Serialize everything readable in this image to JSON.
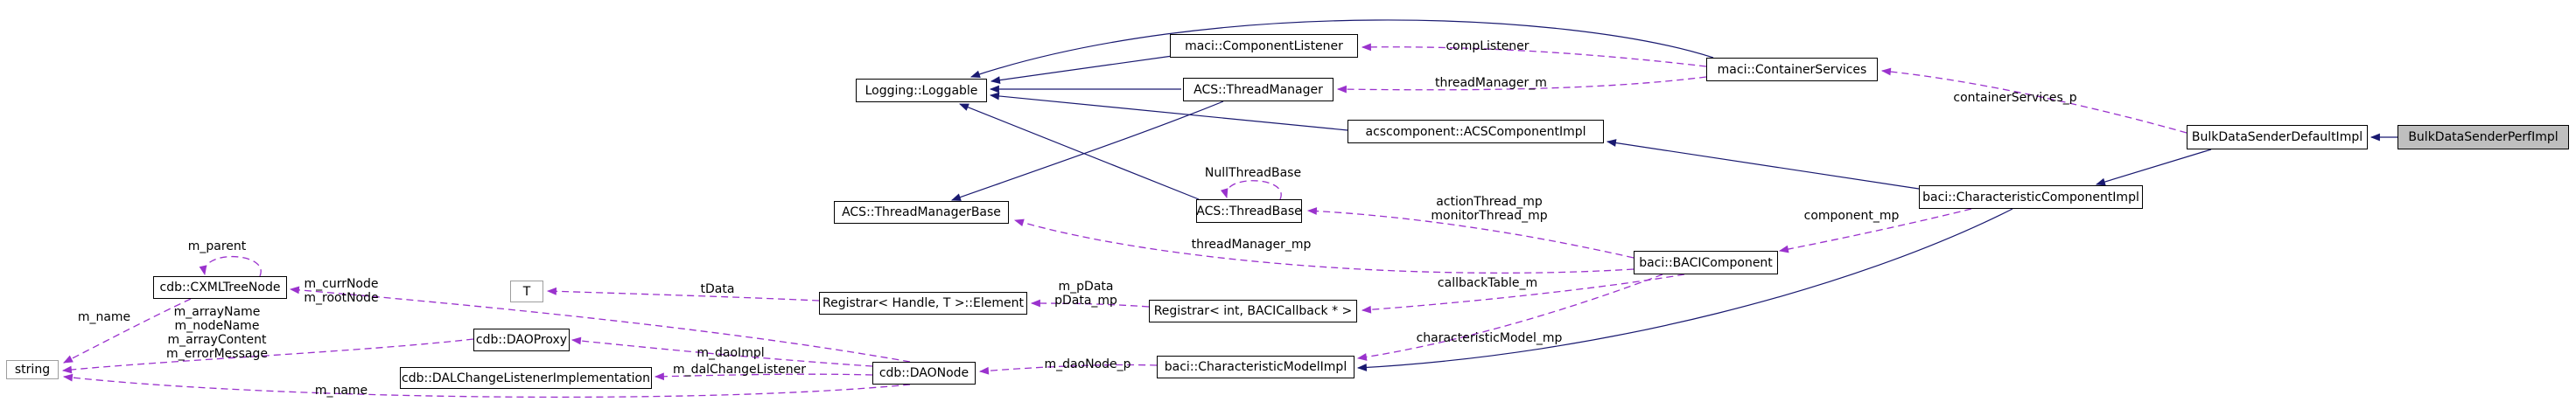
{
  "diagram": {
    "kind": "collaboration-graph",
    "colors": {
      "inheritance_edge": "#191970",
      "usage_edge": "#9a32cd",
      "node_border": "#000000",
      "external_node_border": "#9e9e9e",
      "highlight_node_fill": "#bfbfbf",
      "node_fill": "#ffffff",
      "text": "#000000",
      "background": "#ffffff"
    },
    "nodes": [
      {
        "id": "loggable",
        "label": "Logging::Loggable",
        "style": "default"
      },
      {
        "id": "componentListener",
        "label": "maci::ComponentListener",
        "style": "default"
      },
      {
        "id": "threadManager",
        "label": "ACS::ThreadManager",
        "style": "default"
      },
      {
        "id": "containerServices",
        "label": "maci::ContainerServices",
        "style": "default"
      },
      {
        "id": "acsComponentImpl",
        "label": "acscomponent::ACSComponentImpl",
        "style": "default"
      },
      {
        "id": "bulkDefault",
        "label": "BulkDataSenderDefaultImpl",
        "style": "default"
      },
      {
        "id": "bulkPerf",
        "label": "BulkDataSenderPerfImpl",
        "style": "highlight"
      },
      {
        "id": "charCompImpl",
        "label": "baci::CharacteristicComponentImpl",
        "style": "default"
      },
      {
        "id": "threadManagerBase",
        "label": "ACS::ThreadManagerBase",
        "style": "default"
      },
      {
        "id": "threadBase",
        "label": "ACS::ThreadBase",
        "style": "default"
      },
      {
        "id": "baciComponent",
        "label": "baci::BACIComponent",
        "style": "default"
      },
      {
        "id": "cxmlTreeNode",
        "label": "cdb::CXMLTreeNode",
        "style": "default"
      },
      {
        "id": "tparam",
        "label": "T",
        "style": "external"
      },
      {
        "id": "registrarElement",
        "label": "Registrar< Handle, T >::Element",
        "style": "default"
      },
      {
        "id": "registrarInt",
        "label": "Registrar< int, BACICallback * >",
        "style": "default"
      },
      {
        "id": "daoProxy",
        "label": "cdb::DAOProxy",
        "style": "default"
      },
      {
        "id": "stringNode",
        "label": "string",
        "style": "external"
      },
      {
        "id": "dalChangeListener",
        "label": "cdb::DALChangeListenerImplementation",
        "style": "default"
      },
      {
        "id": "daoNode",
        "label": "cdb::DAONode",
        "style": "default"
      },
      {
        "id": "charModelImpl",
        "label": "baci::CharacteristicModelImpl",
        "style": "default"
      }
    ],
    "edges": [
      {
        "from": "componentListener",
        "to": "loggable",
        "type": "inheritance",
        "labels": []
      },
      {
        "from": "threadManager",
        "to": "loggable",
        "type": "inheritance",
        "labels": []
      },
      {
        "from": "acsComponentImpl",
        "to": "loggable",
        "type": "inheritance",
        "labels": []
      },
      {
        "from": "threadBase",
        "to": "loggable",
        "type": "inheritance",
        "labels": []
      },
      {
        "from": "containerServices",
        "to": "loggable",
        "type": "inheritance",
        "labels": []
      },
      {
        "from": "threadManager",
        "to": "threadManagerBase",
        "type": "inheritance",
        "labels": []
      },
      {
        "from": "bulkPerf",
        "to": "bulkDefault",
        "type": "inheritance",
        "labels": []
      },
      {
        "from": "bulkDefault",
        "to": "charCompImpl",
        "type": "inheritance",
        "labels": []
      },
      {
        "from": "charCompImpl",
        "to": "acsComponentImpl",
        "type": "inheritance",
        "labels": []
      },
      {
        "from": "charCompImpl",
        "to": "charModelImpl",
        "type": "inheritance",
        "labels": []
      },
      {
        "from": "containerServices",
        "to": "componentListener",
        "type": "usage",
        "labels": [
          "compListener"
        ]
      },
      {
        "from": "containerServices",
        "to": "threadManager",
        "type": "usage",
        "labels": [
          "threadManager_m"
        ]
      },
      {
        "from": "bulkDefault",
        "to": "containerServices",
        "type": "usage",
        "labels": [
          "containerServices_p"
        ]
      },
      {
        "from": "charCompImpl",
        "to": "baciComponent",
        "type": "usage",
        "labels": [
          "component_mp"
        ]
      },
      {
        "from": "baciComponent",
        "to": "threadBase",
        "type": "usage",
        "labels": [
          "actionThread_mp",
          "monitorThread_mp"
        ]
      },
      {
        "from": "baciComponent",
        "to": "threadManagerBase",
        "type": "usage",
        "labels": [
          "threadManager_mp"
        ]
      },
      {
        "from": "baciComponent",
        "to": "registrarInt",
        "type": "usage",
        "labels": [
          "callbackTable_m"
        ]
      },
      {
        "from": "baciComponent",
        "to": "charModelImpl",
        "type": "usage",
        "labels": [
          "characteristicModel_mp"
        ]
      },
      {
        "from": "registrarInt",
        "to": "registrarElement",
        "type": "usage",
        "labels": [
          "m_pData",
          "pData_mp"
        ]
      },
      {
        "from": "registrarElement",
        "to": "tparam",
        "type": "usage",
        "labels": [
          "tData"
        ]
      },
      {
        "from": "charModelImpl",
        "to": "daoNode",
        "type": "usage",
        "labels": [
          "m_daoNode_p"
        ]
      },
      {
        "from": "daoNode",
        "to": "daoProxy",
        "type": "usage",
        "labels": [
          "m_daoImpl"
        ]
      },
      {
        "from": "daoNode",
        "to": "dalChangeListener",
        "type": "usage",
        "labels": [
          "m_dalChangeListener"
        ]
      },
      {
        "from": "daoNode",
        "to": "cxmlTreeNode",
        "type": "usage",
        "labels": [
          "m_currNode",
          "m_rootNode"
        ]
      },
      {
        "from": "cxmlTreeNode",
        "to": "stringNode",
        "type": "usage",
        "labels": [
          "m_name"
        ]
      },
      {
        "from": "daoProxy",
        "to": "stringNode",
        "type": "usage",
        "labels": [
          "m_arrayName",
          "m_nodeName",
          "m_arrayContent",
          "m_errorMessage"
        ]
      },
      {
        "from": "daoNode",
        "to": "stringNode",
        "type": "usage",
        "labels": [
          "m_name"
        ]
      },
      {
        "from": "cxmlTreeNode",
        "to": "cxmlTreeNode",
        "type": "usage",
        "labels": [
          "m_parent"
        ]
      },
      {
        "from": "threadBase",
        "to": "threadBase",
        "type": "usage",
        "labels": [
          "NullThreadBase"
        ]
      }
    ]
  }
}
